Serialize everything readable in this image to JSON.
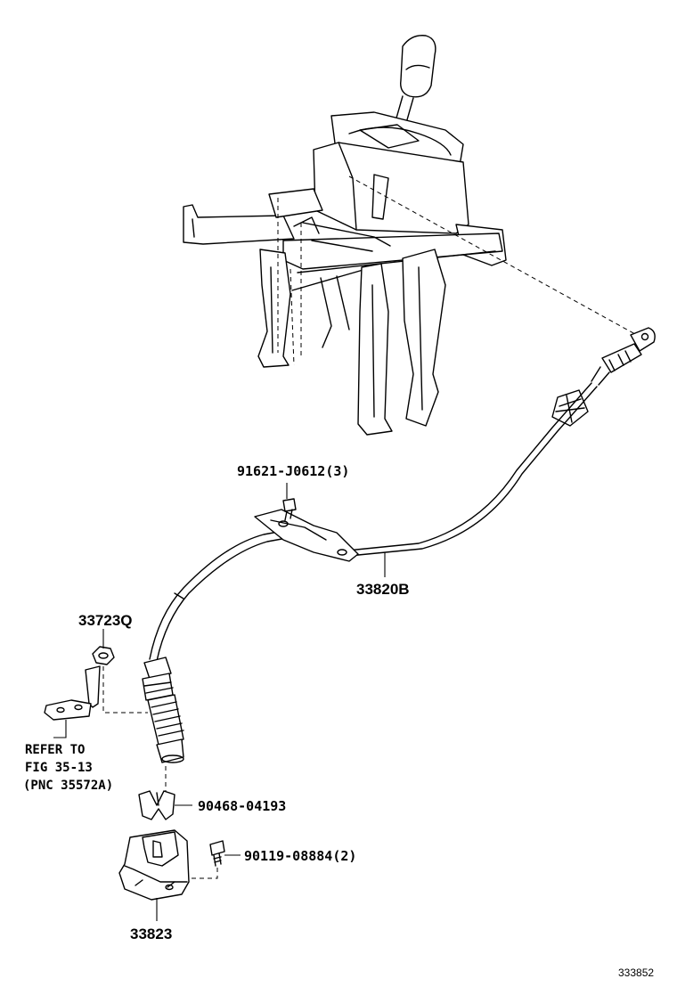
{
  "callouts": {
    "bolt_cable_bracket": "91621-J0612(3)",
    "shift_cable": "33820B",
    "nut": "33723Q",
    "clip": "90468-04193",
    "bracket_bolt": "90119-08884(2)",
    "retainer": "33823"
  },
  "reference_note": {
    "line1": "REFER TO",
    "line2": "FIG 35-13",
    "line3": "(PNC 35572A)"
  },
  "figure_number": "333852"
}
